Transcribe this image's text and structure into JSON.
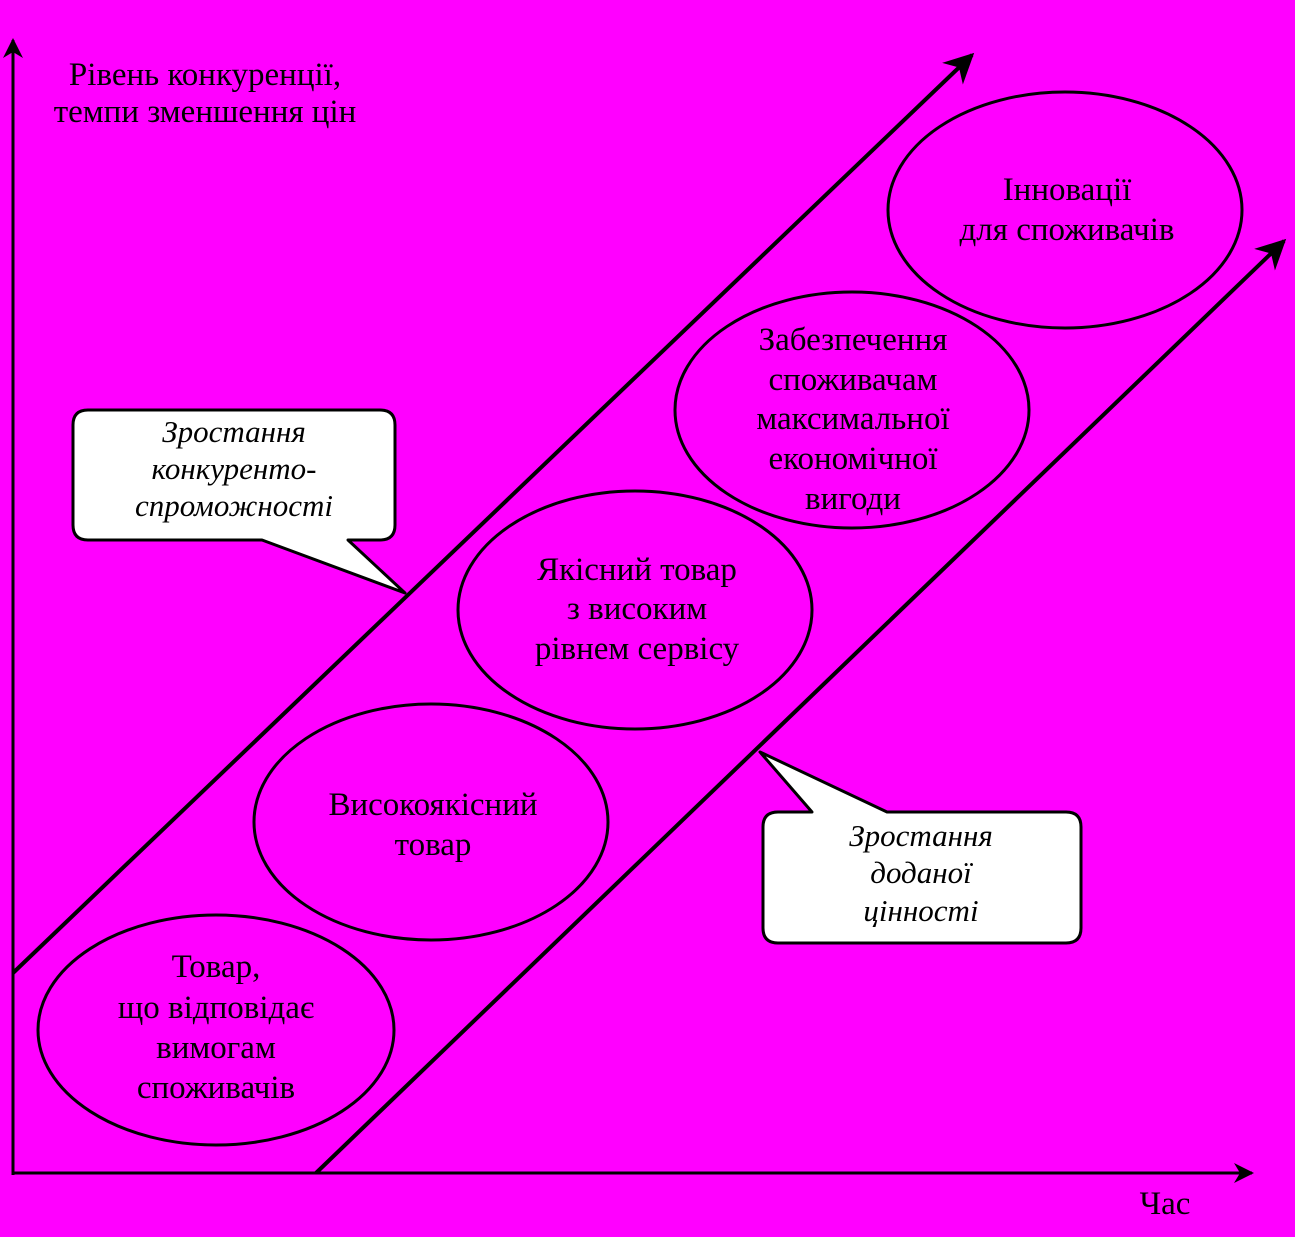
{
  "colors": {
    "background": "#ff00ff",
    "ink": "#000000",
    "callout_fill": "#ffffff"
  },
  "axes": {
    "y_label": [
      "Рівень конкуренції,",
      "темпи зменшення цін"
    ],
    "x_label": "Час"
  },
  "stages": [
    {
      "lines": [
        "Товар,",
        "що відповідає",
        "вимогам",
        "споживачів"
      ]
    },
    {
      "lines": [
        "Високоякісний",
        "товар"
      ]
    },
    {
      "lines": [
        "Якісний товар",
        "з високим",
        "рівнем сервісу"
      ]
    },
    {
      "lines": [
        "Забезпечення",
        "споживачам",
        "максимальної",
        "економічної",
        "вигоди"
      ]
    },
    {
      "lines": [
        "Інновації",
        "для споживачів"
      ]
    }
  ],
  "callouts": [
    {
      "lines": [
        "Зростання",
        "конкуренто-",
        "спроможності"
      ]
    },
    {
      "lines": [
        "Зростання",
        "доданої",
        "цінності"
      ]
    }
  ]
}
